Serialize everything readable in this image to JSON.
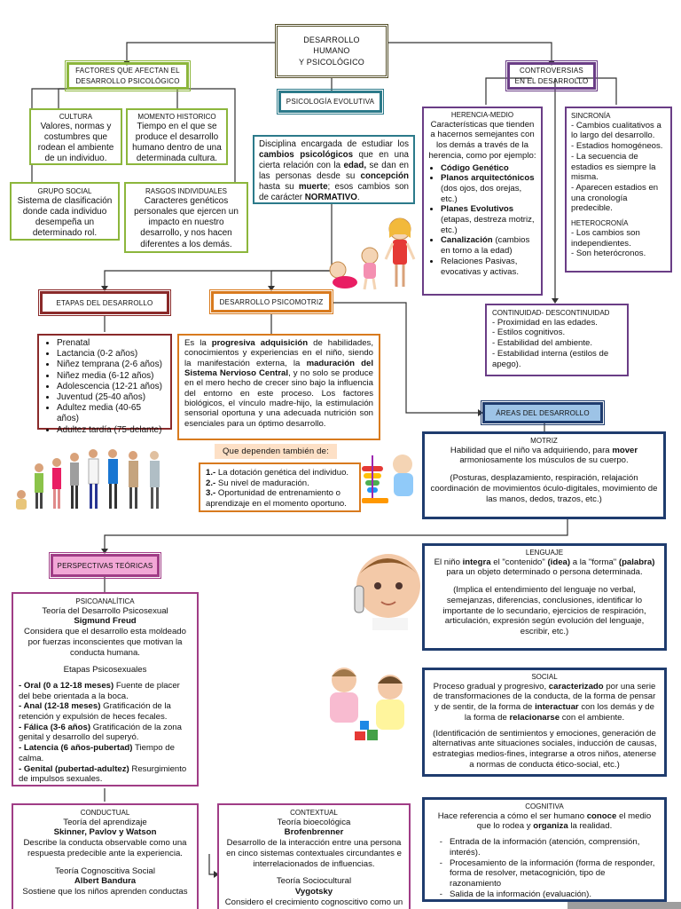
{
  "main": {
    "line1": "DESARROLLO",
    "line2": "HUMANO",
    "line3": "Y PSICOLÓGICO"
  },
  "psicologia": {
    "header": "PSICOLOGÍA EVOLUTIVA",
    "t1": "Disciplina encargada de estudiar los ",
    "b1": "cambios psicológicos",
    "t2": " que en una cierta relación con la ",
    "b2": "edad,",
    "t3": " se dan en las personas desde su ",
    "b3": "concepción",
    "t4": " hasta su ",
    "b4": "muerte",
    "t5": "; esos cambios son de carácter ",
    "b5": "NORMATIVO",
    "t6": "."
  },
  "factores": {
    "header1": "FACTORES QUE AFECTAN EL",
    "header2": "DESARROLLO PSICOLÓGICO",
    "cultura_title": "CULTURA",
    "cultura_text": "Valores, normas y costumbres que rodean el ambiente de un individuo.",
    "momento_title": "MOMENTO HISTORICO",
    "momento_text": "Tiempo en el que se produce el desarrollo humano dentro de una determinada cultura.",
    "grupo_title": "GRUPO SOCIAL",
    "grupo_text": "Sistema de clasificación donde cada individuo desempeña un determinado rol.",
    "rasgos_title": "RASGOS INDIVIDUALES",
    "rasgos_text": "Caracteres genéticos personales que ejercen un impacto en nuestro desarrollo, y nos hacen diferentes a los demás."
  },
  "controversias": {
    "header1": "CONTROVERSIAS",
    "header2": "EN EL DESARROLLO",
    "herencia_title": "HERENCIA-MEDIO",
    "herencia_intro": "Características que tienden a hacernos semejantes con los demás a través de la herencia, como por ejemplo:",
    "herencia_items": [
      {
        "b": "Código Genético",
        "t": ""
      },
      {
        "b": "Planos arquitectónicos",
        "t": " (dos ojos, dos orejas, etc.)"
      },
      {
        "b": "Planes Evolutivos",
        "t": " (etapas, destreza motriz, etc.)"
      },
      {
        "b": "Canalización",
        "t": " (cambios en torno a la edad)"
      },
      {
        "b": "",
        "t": "Relaciones Pasivas, evocativas y activas."
      }
    ],
    "sincronia_title": "SINCRONÍA",
    "sincronia_items": [
      "- Cambios cualitativos a lo largo del desarrollo.",
      "- Estadios homogéneos.",
      "- La secuencia de estadios es siempre la misma.",
      "- Aparecen estadios en una cronología predecible."
    ],
    "hetero_title": "HETEROCRONÍA",
    "hetero_items": [
      "- Los cambios son independientes.",
      "- Son heterócronos."
    ],
    "continuidad_title": "CONTINUIDAD- DESCONTINUIDAD",
    "continuidad_items": [
      "- Proximidad en las edades.",
      "- Estilos cognitivos.",
      "- Estabilidad del ambiente.",
      "- Estabilidad interna (estilos de apego)."
    ]
  },
  "etapas": {
    "header": "ETAPAS DEL DESARROLLO",
    "items": [
      "Prenatal",
      "Lactancia (0-2 años)",
      "Niñez temprana (2-6 años)",
      "Niñez media (6-12 años)",
      "Adolescencia (12-21 años)",
      "Juventud (25-40 años)",
      "Adultez media (40-65 años)",
      "Adultez tardía (75-delante)"
    ]
  },
  "psicomotriz": {
    "header": "DESARROLLO PSICOMOTRIZ",
    "t1": "Es la ",
    "b1": "progresiva adquisición",
    "t2": " de habilidades, conocimientos y experiencias en el niño, siendo la manifestación externa, la ",
    "b2": "maduración del Sistema Nervioso Central",
    "t3": ", y no solo se produce en el mero hecho de crecer sino bajo la influencia del entorno en este proceso. Los factores biológicos, el vínculo madre-hijo, la estimulación sensorial oportuna y una adecuada nutrición son esenciales para un óptimo desarrollo.",
    "depende_header": "Que dependen también de:",
    "depende_items": [
      {
        "n": "1.-",
        "t": " La dotación genética del individuo."
      },
      {
        "n": "2.-",
        "t": " Su nivel de maduración."
      },
      {
        "n": "3.-",
        "t": " Oportunidad de entrenamiento o aprendizaje en el momento oportuno."
      }
    ]
  },
  "areas": {
    "header": "ÁREAS DEL DESARROLLO",
    "motriz_title": "MOTRIZ",
    "motriz_t1": "Habilidad que el niño va adquiriendo, para ",
    "motriz_b1": "mover",
    "motriz_t2": " armoniosamente los músculos de su cuerpo.",
    "motriz_ex": "(Posturas, desplazamiento, respiración, relajación coordinación de movimientos óculo-digitales, movimiento de las manos, dedos, trazos, etc.)",
    "lenguaje_title": "LENGUAJE",
    "lenguaje_t1": "El niño ",
    "lenguaje_b1": "integra",
    "lenguaje_t2": " el \"contenido\" ",
    "lenguaje_b2": "(idea)",
    "lenguaje_t3": " a la \"forma\" ",
    "lenguaje_b3": "(palabra)",
    "lenguaje_t4": " para un objeto determinado o persona determinada.",
    "lenguaje_ex": "(Implica el entendimiento del lenguaje no verbal, semejanzas, diferencias, conclusiones, identificar lo importante de lo secundario, ejercicios de respiración, articulación, expresión según evolución del lenguaje, escribir, etc.)",
    "social_title": "SOCIAL",
    "social_t1": "Proceso gradual y progresivo, ",
    "social_b1": "caracterizado",
    "social_t2": " por una serie de transformaciones de la conducta, de la forma de pensar y de sentir, de la forma de ",
    "social_b2": "interactuar",
    "social_t3": " con los demás y de la forma de ",
    "social_b3": "relacionarse",
    "social_t4": " con el ambiente.",
    "social_ex": "(Identificación de sentimientos y emociones, generación de alternativas ante situaciones sociales, inducción de causas, estrategias medios-fines, integrarse a otros niños, atenerse a normas de conducta ético-social, etc.)",
    "cognitiva_title": "COGNITIVA",
    "cognitiva_t1": "Hace referencia a cómo el ser humano ",
    "cognitiva_b1": "conoce",
    "cognitiva_t2": " el medio que lo rodea y ",
    "cognitiva_b2": "organiza",
    "cognitiva_t3": " la realidad.",
    "cognitiva_items": [
      "Entrada de la información (atención, comprensión, interés).",
      "Procesamiento de la información (forma de responder, forma de resolver, metacognición, tipo de razonamiento",
      "Salida de la información (evaluación)."
    ]
  },
  "perspectivas": {
    "header": "PERSPECTIVAS TEÓRICAS",
    "psico_title": "PSICOANALÍTICA",
    "psico_sub": "Teoría del Desarrollo Psicosexual",
    "psico_author": "Sigmund Freud",
    "psico_text": "Considera que el desarrollo esta moldeado por fuerzas inconscientes que motivan la conducta humana.",
    "psico_etapas": "Etapas Psicosexuales",
    "psico_items": [
      {
        "b": "- Oral (0 a 12-18 meses)",
        "t": " Fuente de placer del bebe orientada a la boca."
      },
      {
        "b": "- Anal (12-18 meses)",
        "t": " Gratificación de la retención y expulsión de heces fecales."
      },
      {
        "b": "- Fálica (3-6 años)",
        "t": " Gratificación de la zona genital y desarrollo del superyó."
      },
      {
        "b": "- Latencia (6 años-pubertad)",
        "t": " Tiempo de calma."
      },
      {
        "b": "- Genital (pubertad-adultez)",
        "t": " Resurgimiento de impulsos sexuales."
      }
    ],
    "cond_title": "CONDUCTUAL",
    "cond_sub": "Teoría del aprendizaje",
    "cond_author": "Skinner, Pavlov y Watson",
    "cond_text": "Describe la conducta observable como una respuesta predecible ante la experiencia.",
    "cond_sub2": "Teoría Cognoscitiva Social",
    "cond_author2": "Albert Bandura",
    "cond_text2": "Sostiene que los niños aprenden conductas",
    "ctx_title": "CONTEXTUAL",
    "ctx_sub": "Teoría bioecológica",
    "ctx_author": "Brofenbrenner",
    "ctx_text": "Desarrollo de la interacción entre una persona en cinco sistemas contextuales circundantes e interrelacionados de influencias.",
    "ctx_sub2": "Teoría Sociocultural",
    "ctx_author2": "Vygotsky",
    "ctx_text2": "Considero el crecimiento cognoscitivo como un"
  },
  "colors": {
    "main": "#55502a",
    "psicologia": "#2c7a8a",
    "factores": "#8cb63c",
    "controversias": "#6a3d86",
    "etapas": "#8a2a2a",
    "psicomotriz": "#d87a1e",
    "areas": "#1f3c6e",
    "perspectivas": "#a03d86"
  }
}
